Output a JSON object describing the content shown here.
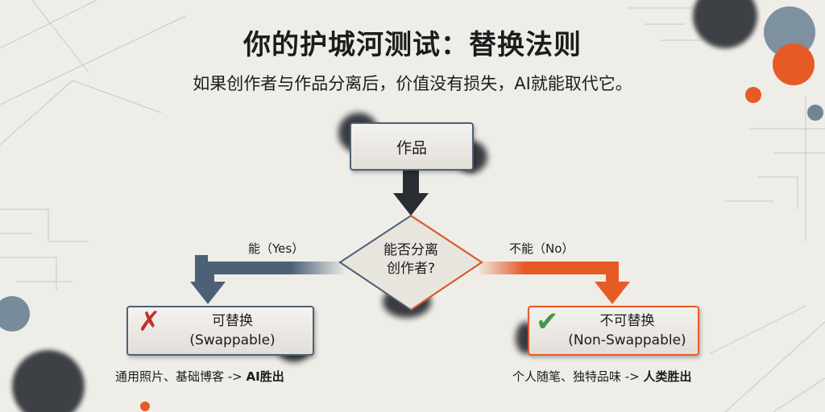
{
  "title": "你的护城河测试：替换法则",
  "subtitle": "如果创作者与作品分离后，价值没有损失，AI就能取代它。",
  "nodes": {
    "start": "作品",
    "decision_line1": "能否分离",
    "decision_line2": "创作者?",
    "left_line1": "可替换",
    "left_line2": "(Swappable)",
    "right_line1": "不可替换",
    "right_line2": "(Non-Swappable)"
  },
  "branches": {
    "yes": "能（Yes）",
    "no": "不能（No）"
  },
  "captions": {
    "left_prefix": "通用照片、基础博客 -> ",
    "left_bold": "AI胜出",
    "right_prefix": "个人随笔、独特品味 -> ",
    "right_bold": "人类胜出"
  },
  "colors": {
    "yes": "#4d6176",
    "no": "#e65a26",
    "cross": "#c0302a",
    "check": "#3f9a4a"
  }
}
